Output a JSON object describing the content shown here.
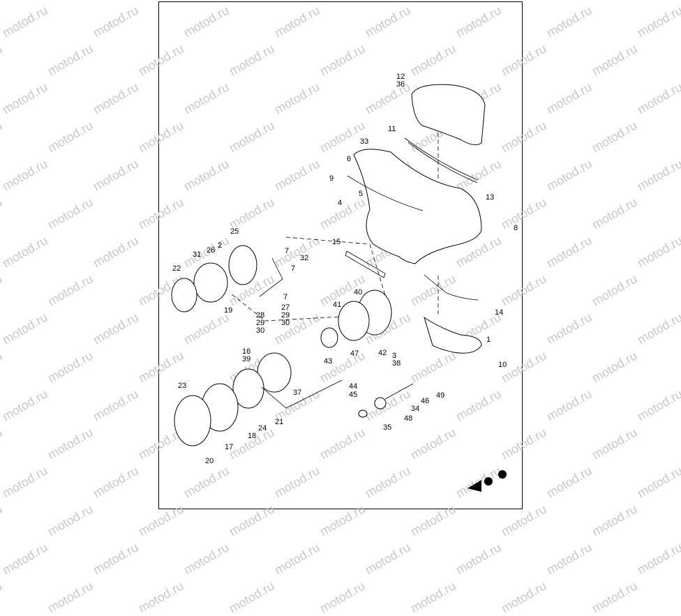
{
  "watermark": "motod.ru",
  "callouts": [
    "12",
    "36",
    "11",
    "33",
    "6",
    "9",
    "5",
    "4",
    "13",
    "8",
    "15",
    "25",
    "2",
    "26",
    "31",
    "22",
    "19",
    "7",
    "32",
    "7",
    "27",
    "29",
    "30",
    "28",
    "29",
    "30",
    "7",
    "40",
    "41",
    "47",
    "42",
    "3",
    "38",
    "43",
    "1",
    "10",
    "14",
    "16",
    "39",
    "23",
    "37",
    "44",
    "45",
    "21",
    "24",
    "18",
    "17",
    "20",
    "46",
    "49",
    "34",
    "48",
    "35"
  ]
}
